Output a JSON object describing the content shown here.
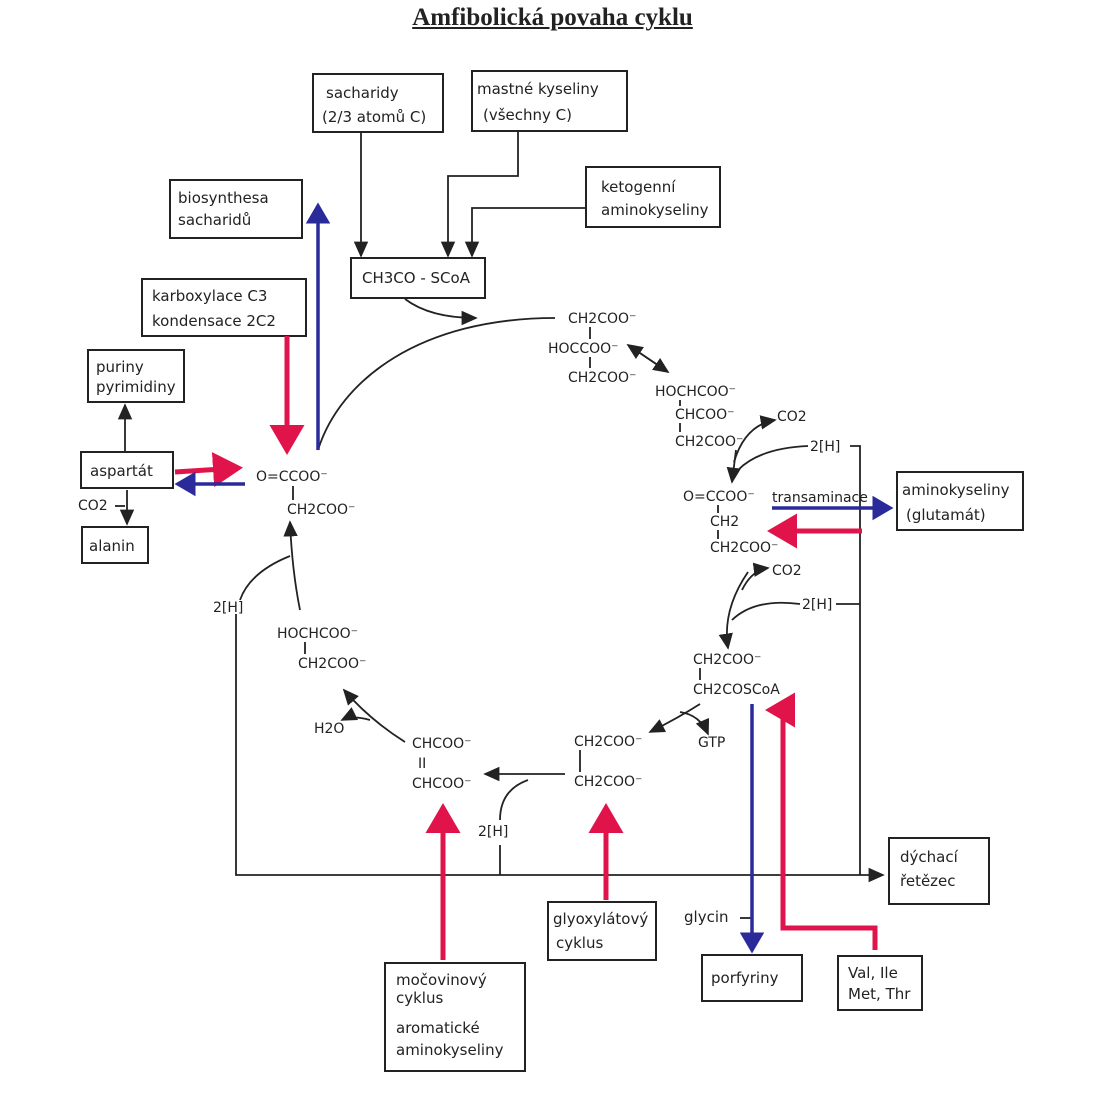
{
  "title": "Amfibolická povaha cyklu",
  "boxes": {
    "sacharidy": [
      "sacharidy",
      "(2/3 atomů C)"
    ],
    "mastne": [
      "mastné kyseliny",
      "(všechny C)"
    ],
    "ketogenni": [
      "ketogenní",
      "aminokyseliny"
    ],
    "acetyl": "CH3CO - SCoA",
    "biosynthesa": [
      "biosynthesa",
      "sacharidů"
    ],
    "karboxylace": [
      "karboxylace C3",
      "kondensace 2C2"
    ],
    "puriny": [
      "puriny",
      "pyrimidiny"
    ],
    "aspartat": "aspartát",
    "alanin": "alanin",
    "aminokyseliny": [
      "aminokyseliny",
      "(glutamát)"
    ],
    "dychaci": [
      "dýchací",
      "řetězec"
    ],
    "glyoxylatovy": [
      "glyoxylátový",
      "cyklus"
    ],
    "mocovinovy": [
      "močovinový",
      "cyklus",
      "aromatické",
      "aminokyseliny"
    ],
    "porfyriny": "porfyriny",
    "val": [
      "Val, Ile",
      "Met, Thr"
    ]
  },
  "compounds": {
    "citrate": [
      "CH2COO⁻",
      "HOCCOO⁻",
      "CH2COO⁻"
    ],
    "isocitrate": [
      "HOCHCOO⁻",
      "CHCOO⁻",
      "CH2COO⁻"
    ],
    "ketoglutarate": [
      "O=CCOO⁻",
      "CH2",
      "CH2COO⁻"
    ],
    "succinylcoa": [
      "CH2COO⁻",
      "CH2COSCoA"
    ],
    "succinate": [
      "CH2COO⁻",
      "CH2COO⁻"
    ],
    "fumarate": [
      "CHCOO⁻",
      "II",
      "CHCOO⁻"
    ],
    "malate": [
      "HOCHCOO⁻",
      "CH2COO⁻"
    ],
    "oxaloacetate": [
      "O=CCOO⁻",
      "CH2COO⁻"
    ]
  },
  "labels": {
    "co2_1": "CO2",
    "co2_2": "CO2",
    "h2_1": "2[H]",
    "h2_2": "2[H]",
    "h2_3": "2[H]",
    "h2_4": "2[H]",
    "transaminace": "transaminace",
    "gtp": "GTP",
    "h2o": "H2O",
    "glycin": "glycin",
    "co2_asp": "CO2"
  },
  "colors": {
    "red": "#e0144a",
    "blue": "#2a2a9a"
  }
}
